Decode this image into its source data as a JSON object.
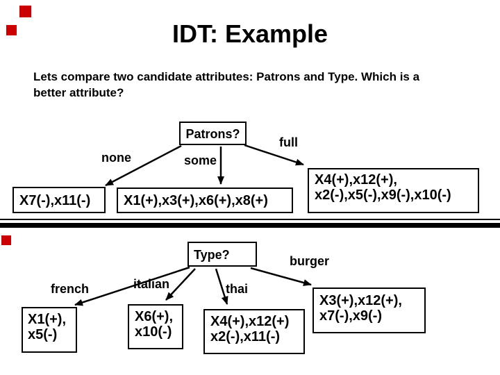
{
  "slide": {
    "title": "IDT: Example",
    "intro_line1": "Lets compare two candidate attributes: Patrons and Type. Which is a",
    "intro_line2": "better attribute?"
  },
  "colors": {
    "background": "#ffffff",
    "text": "#000000",
    "accent_red": "#cc0000",
    "divider": "#000000"
  },
  "patrons_tree": {
    "root_label": "Patrons?",
    "branches": {
      "none": {
        "label": "none",
        "leaf_lines": [
          "X7(-),x11(-)"
        ]
      },
      "some": {
        "label": "some",
        "leaf_lines": [
          "X1(+),x3(+),x6(+),x8(+)"
        ]
      },
      "full": {
        "label": "full",
        "leaf_lines": [
          "X4(+),x12(+),",
          "x2(-),x5(-),x9(-),x10(-)"
        ]
      }
    }
  },
  "type_tree": {
    "root_label": "Type?",
    "branches": {
      "french": {
        "label": "french",
        "leaf_lines": [
          "X1(+),",
          "x5(-)"
        ]
      },
      "italian": {
        "label": "italian",
        "leaf_lines": [
          "X6(+),",
          "x10(-)"
        ]
      },
      "thai": {
        "label": "thai",
        "leaf_lines": [
          "X4(+),x12(+)",
          "x2(-),x11(-)"
        ]
      },
      "burger": {
        "label": "burger",
        "leaf_lines": [
          "X3(+),x12(+),",
          "x7(-),x9(-)"
        ]
      }
    }
  }
}
